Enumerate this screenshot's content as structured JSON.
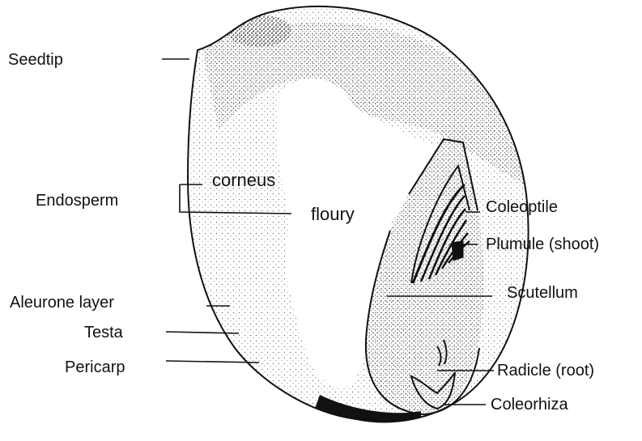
{
  "labels": {
    "seedtip": "Seedtip",
    "endosperm": "Endosperm",
    "corneus": "corneus",
    "floury": "floury",
    "aleurone_layer": "Aleurone layer",
    "testa": "Testa",
    "pericarp": "Pericarp",
    "coleoptile": "Coleoptile",
    "plumule": "Plumule (shoot)",
    "scutellum": "Scutellum",
    "radicle": "Radicle (root)",
    "coleorhiza": "Coleorhiza"
  }
}
